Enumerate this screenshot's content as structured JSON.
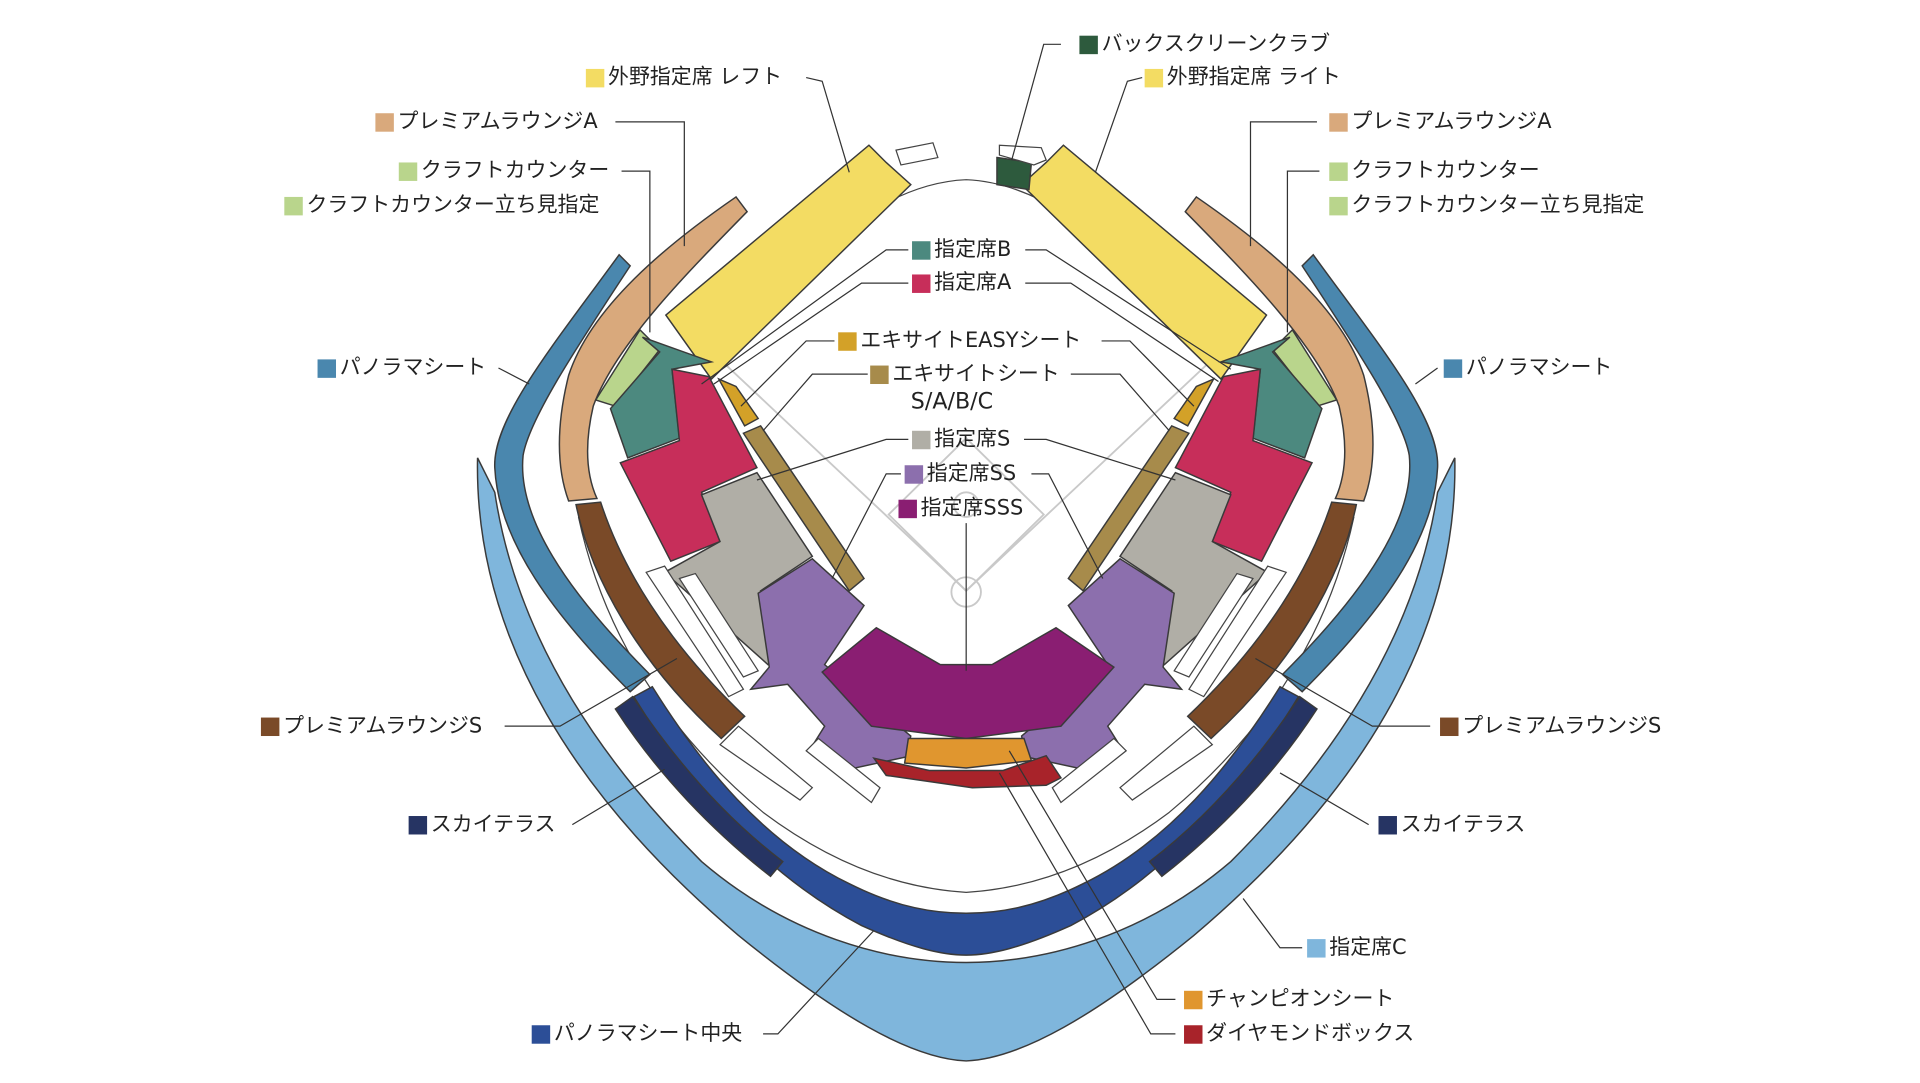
{
  "colors": {
    "outfield": "#f3dc63",
    "backscreen": "#2d5a3d",
    "premium_a": "#d9a97c",
    "craft": "#b9d58c",
    "seat_b": "#4c897f",
    "seat_a": "#c72e5a",
    "excite_easy": "#d3a128",
    "excite": "#a78b4b",
    "seat_s": "#b0aea6",
    "seat_ss": "#8c6fad",
    "seat_sss": "#8a1e72",
    "champion": "#e0962f",
    "diamond": "#a8232a",
    "premium_s": "#7a4a28",
    "sky": "#263463",
    "panorama_center": "#2c4e97",
    "panorama": "#4a87ae",
    "seat_c": "#7fb6dc"
  },
  "legend": {
    "backscreen": "バックスクリーンクラブ",
    "outfield_left": "外野指定席 レフト",
    "outfield_right": "外野指定席 ライト",
    "premium_a_left": "プレミアムラウンジA",
    "premium_a_right": "プレミアムラウンジA",
    "craft_left": "クラフトカウンター",
    "craft_right": "クラフトカウンター",
    "craft_standing_left": "クラフトカウンター立ち見指定",
    "craft_standing_right": "クラフトカウンター立ち見指定",
    "seat_b": "指定席B",
    "seat_a": "指定席A",
    "excite_easy": "エキサイトEASYシート",
    "excite": "エキサイトシート",
    "excite_sub": "S/A/B/C",
    "seat_s": "指定席S",
    "seat_ss": "指定席SS",
    "seat_sss": "指定席SSS",
    "panorama_left": "パノラマシート",
    "panorama_right": "パノラマシート",
    "premium_s_left": "プレミアムラウンジS",
    "premium_s_right": "プレミアムラウンジS",
    "sky_left": "スカイテラス",
    "sky_right": "スカイテラス",
    "seat_c": "指定席C",
    "panorama_center": "パノラマシート中央",
    "champion": "チャンピオンシート",
    "diamond": "ダイヤモンドボックス"
  }
}
